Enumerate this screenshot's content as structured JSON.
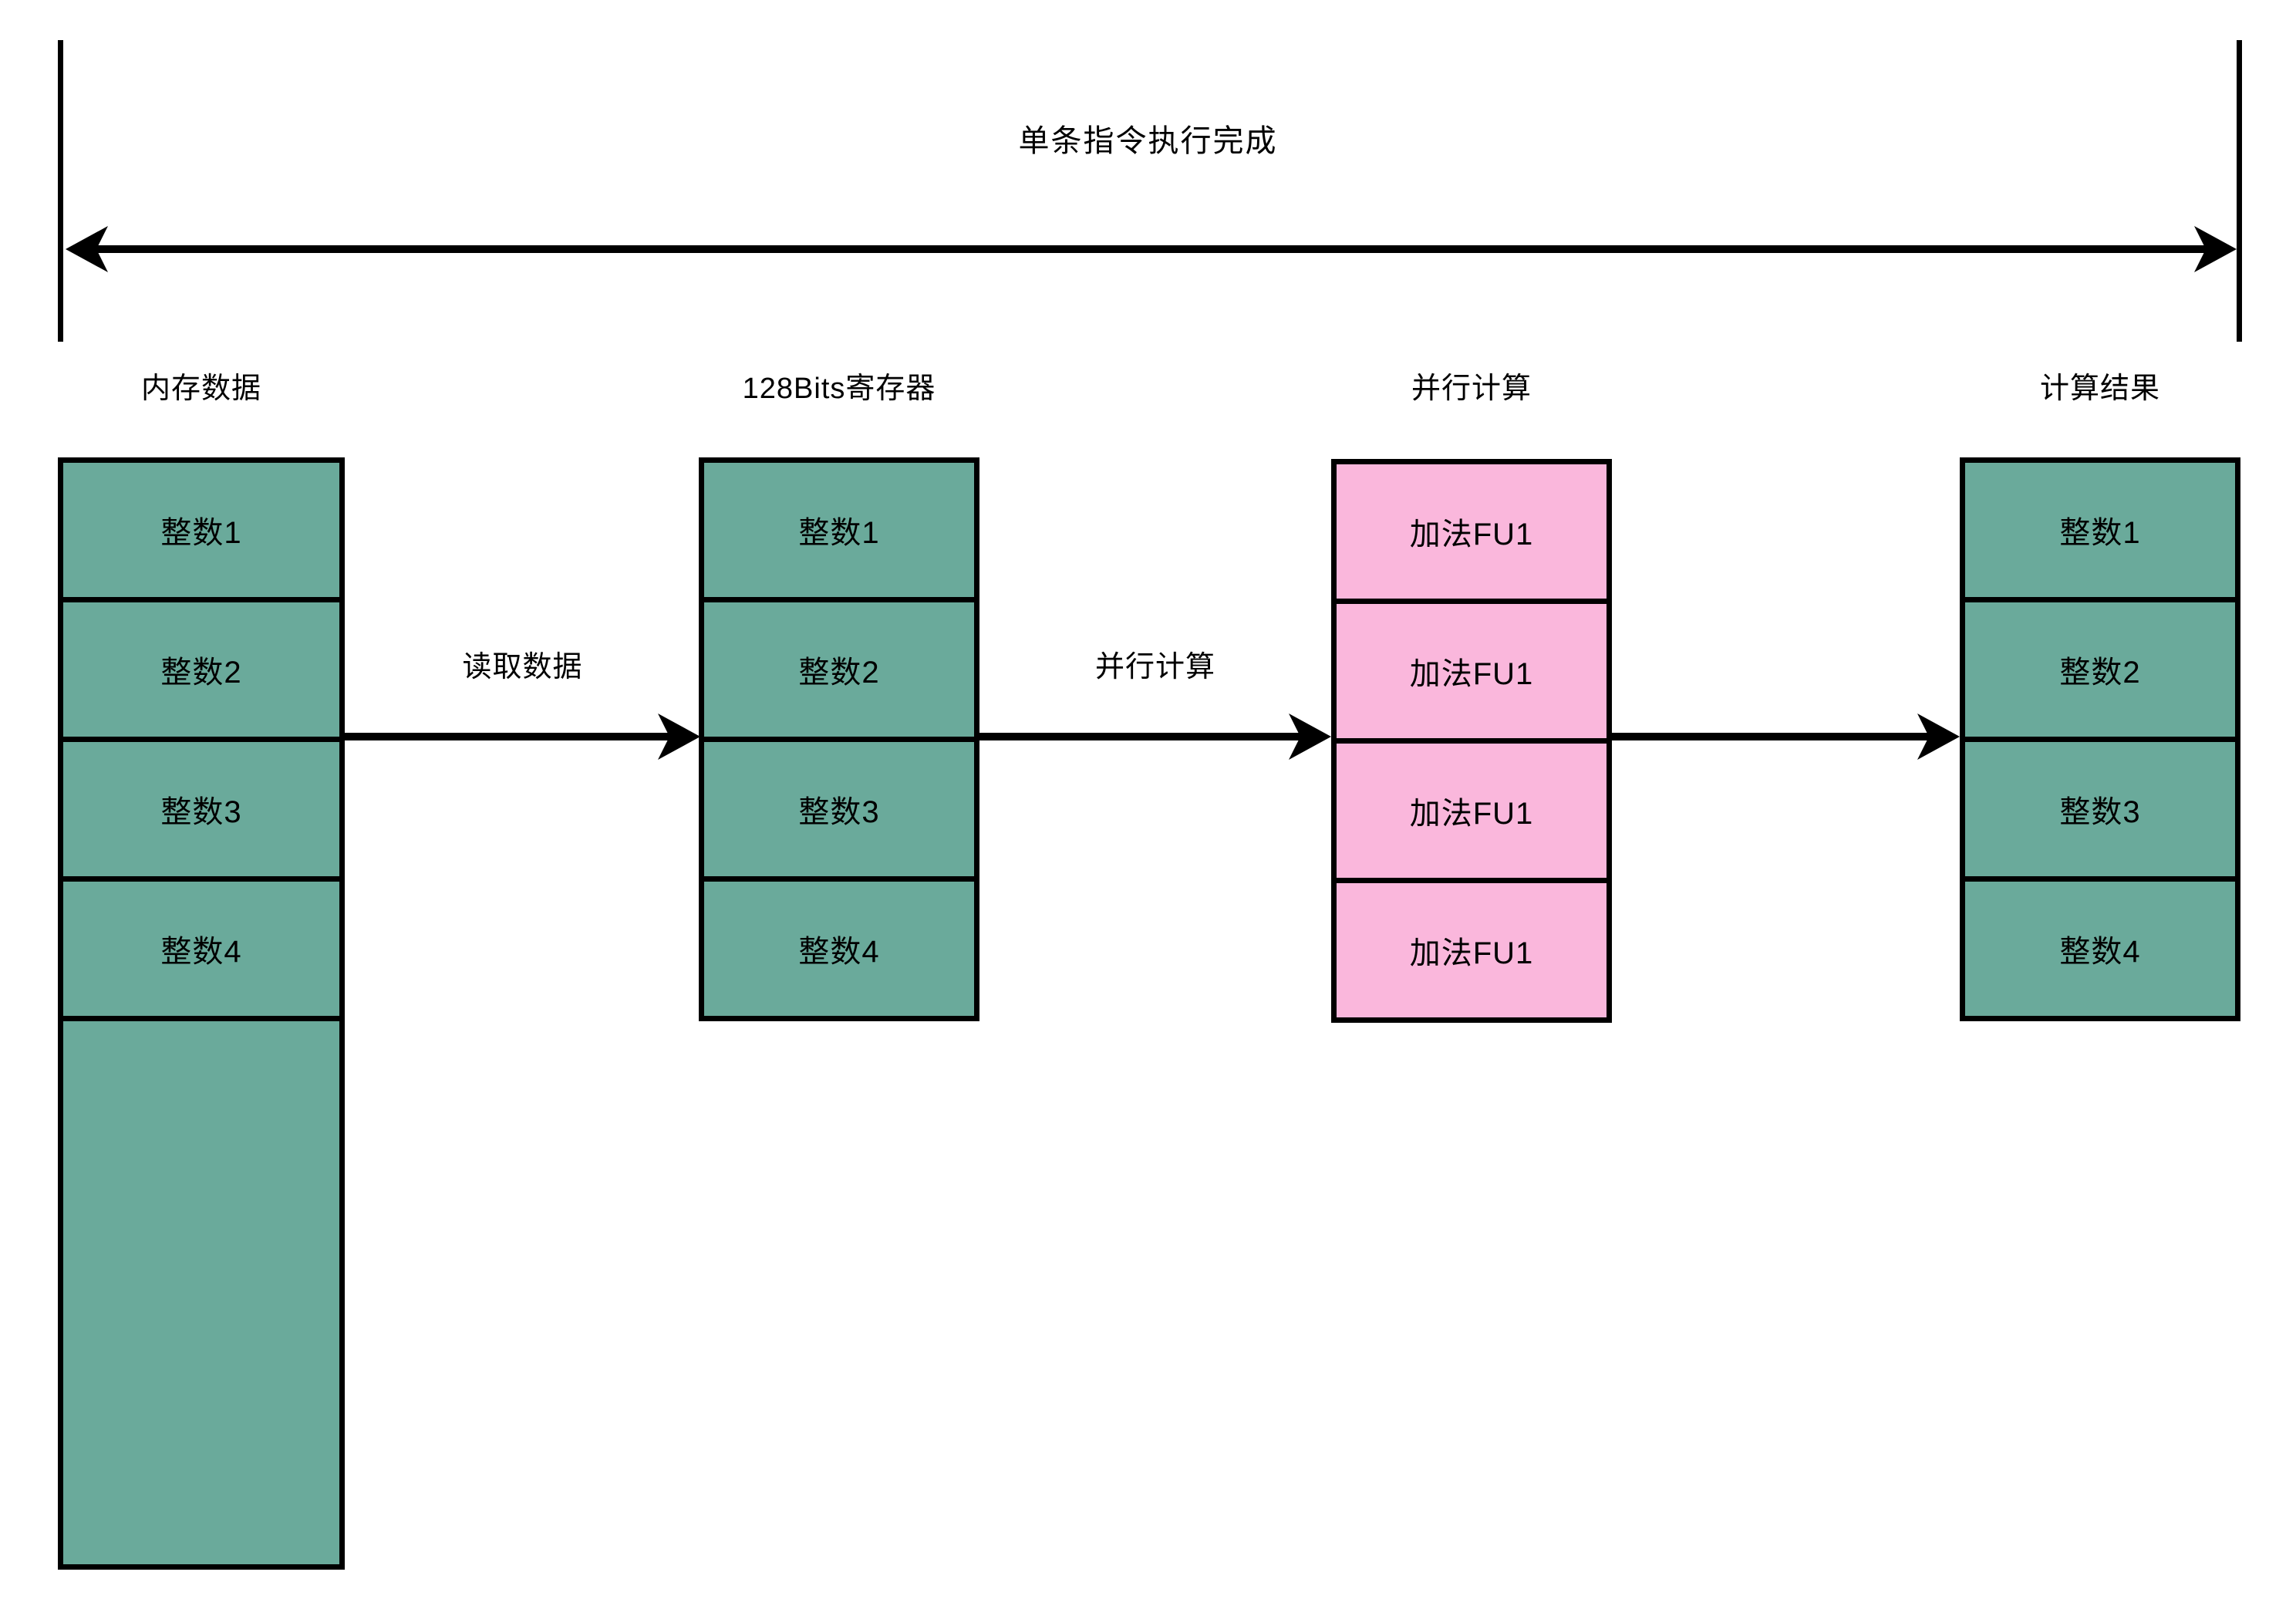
{
  "title": "单条指令执行完成",
  "colors": {
    "green": "#6AAA9B",
    "pink": "#FAB7DC",
    "line": "#000000"
  },
  "columns": [
    {
      "header": "内存数据",
      "cells": [
        "整数1",
        "整数2",
        "整数3",
        "整数4"
      ],
      "tail_cell": ""
    },
    {
      "header": "128Bits寄存器",
      "cells": [
        "整数1",
        "整数2",
        "整数3",
        "整数4"
      ]
    },
    {
      "header": "并行计算",
      "cells": [
        "加法FU1",
        "加法FU1",
        "加法FU1",
        "加法FU1"
      ]
    },
    {
      "header": "计算结果",
      "cells": [
        "整数1",
        "整数2",
        "整数3",
        "整数4"
      ]
    }
  ],
  "arrows": [
    {
      "label": "读取数据"
    },
    {
      "label": "并行计算"
    },
    {
      "label": ""
    }
  ]
}
